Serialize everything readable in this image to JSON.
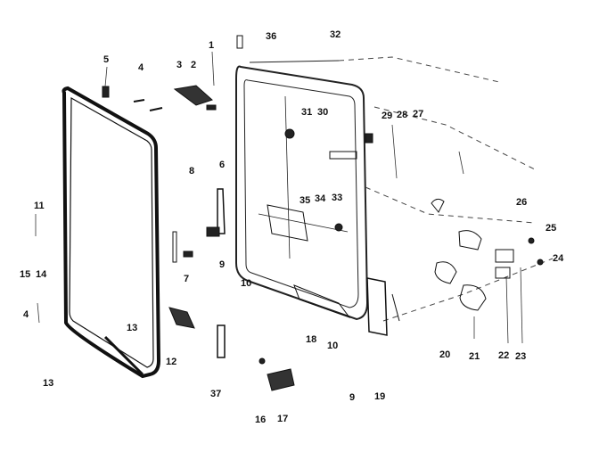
{
  "diagram": {
    "part_numbers": [
      "1",
      "2",
      "3",
      "4",
      "5",
      "6",
      "7",
      "8",
      "9",
      "10",
      "11",
      "12",
      "13",
      "14",
      "15",
      "16",
      "17",
      "18",
      "19",
      "20",
      "21",
      "22",
      "23",
      "24",
      "25",
      "26",
      "27",
      "28",
      "29",
      "30",
      "31",
      "32",
      "33",
      "34",
      "35",
      "36",
      "37"
    ],
    "labels": {
      "l5": "5",
      "l4": "4",
      "l3": "3",
      "l2": "2",
      "l1": "1",
      "l36": "36",
      "l32": "32",
      "l31": "31",
      "l30": "30",
      "l29": "29",
      "l28": "28",
      "l27": "27",
      "l8": "8",
      "l6": "6",
      "l11": "11",
      "l35": "35",
      "l34": "34",
      "l33": "33",
      "l26": "26",
      "l7": "7",
      "l9a": "9",
      "l10a": "10",
      "l15": "15",
      "l14": "14",
      "l25": "25",
      "l24": "24",
      "l4b": "4",
      "l13a": "13",
      "l12": "12",
      "l18": "18",
      "l10b": "10",
      "l20": "20",
      "l21": "21",
      "l22": "22",
      "l23": "23",
      "l13b": "13",
      "l37": "37",
      "l16": "16",
      "l17": "17",
      "l9b": "9",
      "l19": "19"
    }
  }
}
